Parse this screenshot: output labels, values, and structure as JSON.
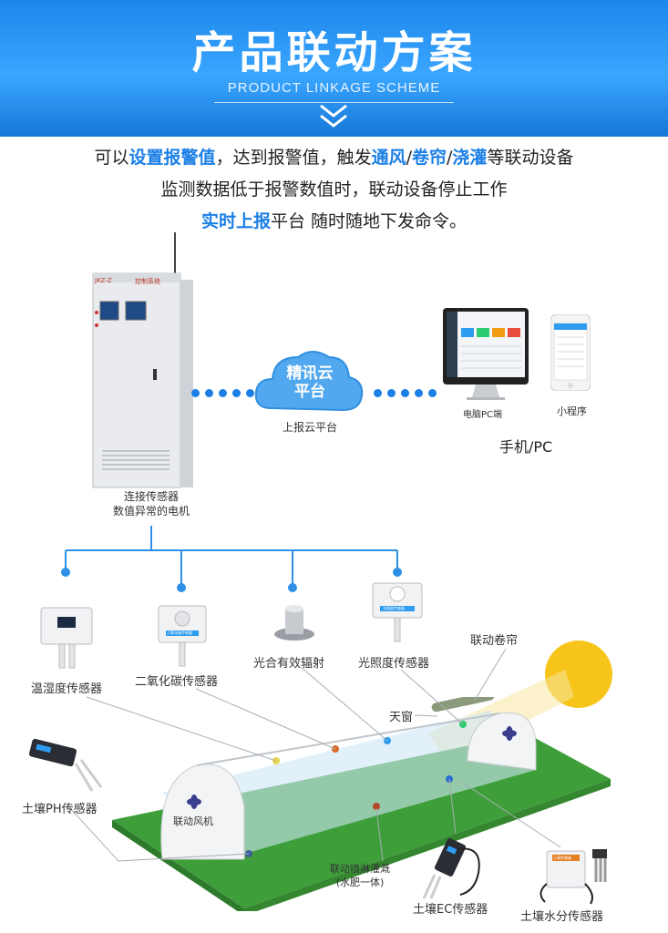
{
  "header": {
    "title": "产品联动方案",
    "subtitle": "PRODUCT LINKAGE SCHEME"
  },
  "description": {
    "line1": {
      "p1": "可以",
      "h1": "设置报警值",
      "p2": "，达到报警值，触发",
      "h2": "通风",
      "s1": "/",
      "h3": "卷帘",
      "s2": "/",
      "h4": "浇灌",
      "p3": "等联动设备"
    },
    "line2": "监测数据低于报警数值时，联动设备停止工作",
    "line3": {
      "h1": "实时上报",
      "p1": "平台 随时随地下发命令。"
    }
  },
  "cabinet": {
    "header_text": "控制系统",
    "tag_text": "JKZ-Z",
    "caption_line1": "连接传感器",
    "caption_line2": "数值异常的电机"
  },
  "cloud": {
    "line1": "精讯云",
    "line2": "平台",
    "caption": "上报云平台"
  },
  "clients": {
    "pc_label": "电脑PC端",
    "mini_label": "小程序",
    "caption": "手机/PC"
  },
  "sensors": {
    "temp_humidity": "温湿度传感器",
    "co2": "二氧化碳传感器",
    "co2_device_text": "二氧化碳传感器",
    "par": "光合有效辐射",
    "light": "光照度传感器",
    "light_device_text": "光照度传感器",
    "soil_ph": "土壤PH传感器",
    "soil_ec": "土壤EC传感器",
    "soil_moisture": "土壤水分传感器",
    "soil_moisture_device_text": "土壤传感器"
  },
  "greenhouse": {
    "curtain": "联动卷帘",
    "skylight": "天窗",
    "fan": "联动风机",
    "irrigation_line1": "联动喷淋灌溉",
    "irrigation_line2": "(水肥一体)"
  },
  "colors": {
    "accent": "#1b7fe6",
    "banner": "#2596f5",
    "grass": "#3e9e3a",
    "sun": "#f7c51a"
  }
}
